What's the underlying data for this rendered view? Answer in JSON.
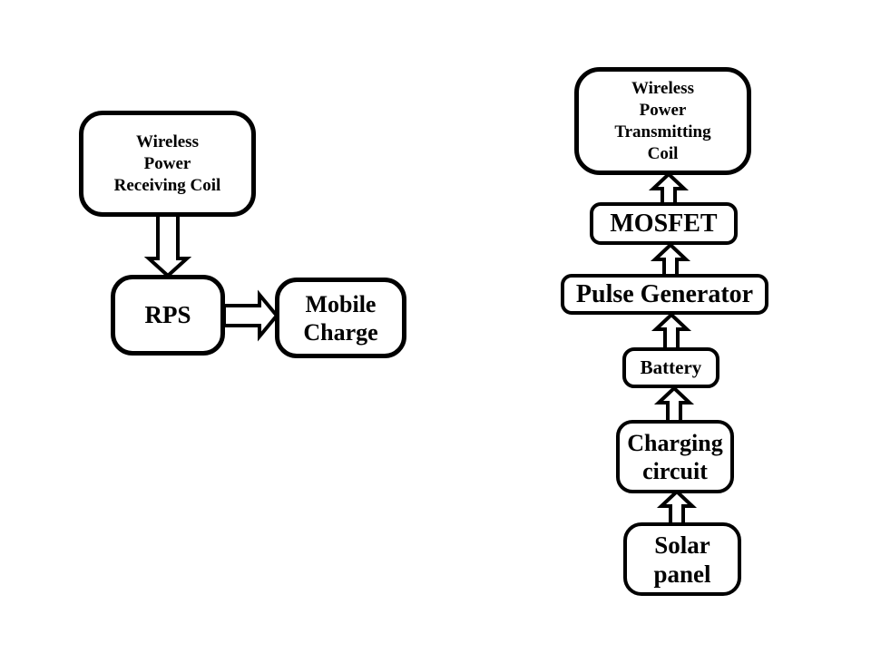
{
  "diagram": {
    "background_color": "#ffffff",
    "stroke_color": "#000000",
    "fill_color": "#ffffff",
    "receiver_flow": {
      "wireless_power_receiving_coil": "Wireless\nPower\nReceiving Coil",
      "rps": "RPS",
      "mobile_charge": "Mobile\nCharge"
    },
    "transmitter_flow": {
      "wireless_power_transmitting_coil": "Wireless\nPower\nTransmitting\nCoil",
      "mosfet": "MOSFET",
      "pulse_generator": "Pulse Generator",
      "battery": "Battery",
      "charging_circuit": "Charging\ncircuit",
      "solar_panel": "Solar\npanel"
    },
    "edges": [
      {
        "from": "Wireless Power Receiving Coil",
        "to": "RPS",
        "direction": "down"
      },
      {
        "from": "RPS",
        "to": "Mobile Charge",
        "direction": "right"
      },
      {
        "from": "Solar panel",
        "to": "Charging circuit",
        "direction": "up"
      },
      {
        "from": "Charging circuit",
        "to": "Battery",
        "direction": "up"
      },
      {
        "from": "Battery",
        "to": "Pulse Generator",
        "direction": "up"
      },
      {
        "from": "Pulse Generator",
        "to": "MOSFET",
        "direction": "up"
      },
      {
        "from": "MOSFET",
        "to": "Wireless Power Transmitting Coil",
        "direction": "up"
      }
    ]
  }
}
